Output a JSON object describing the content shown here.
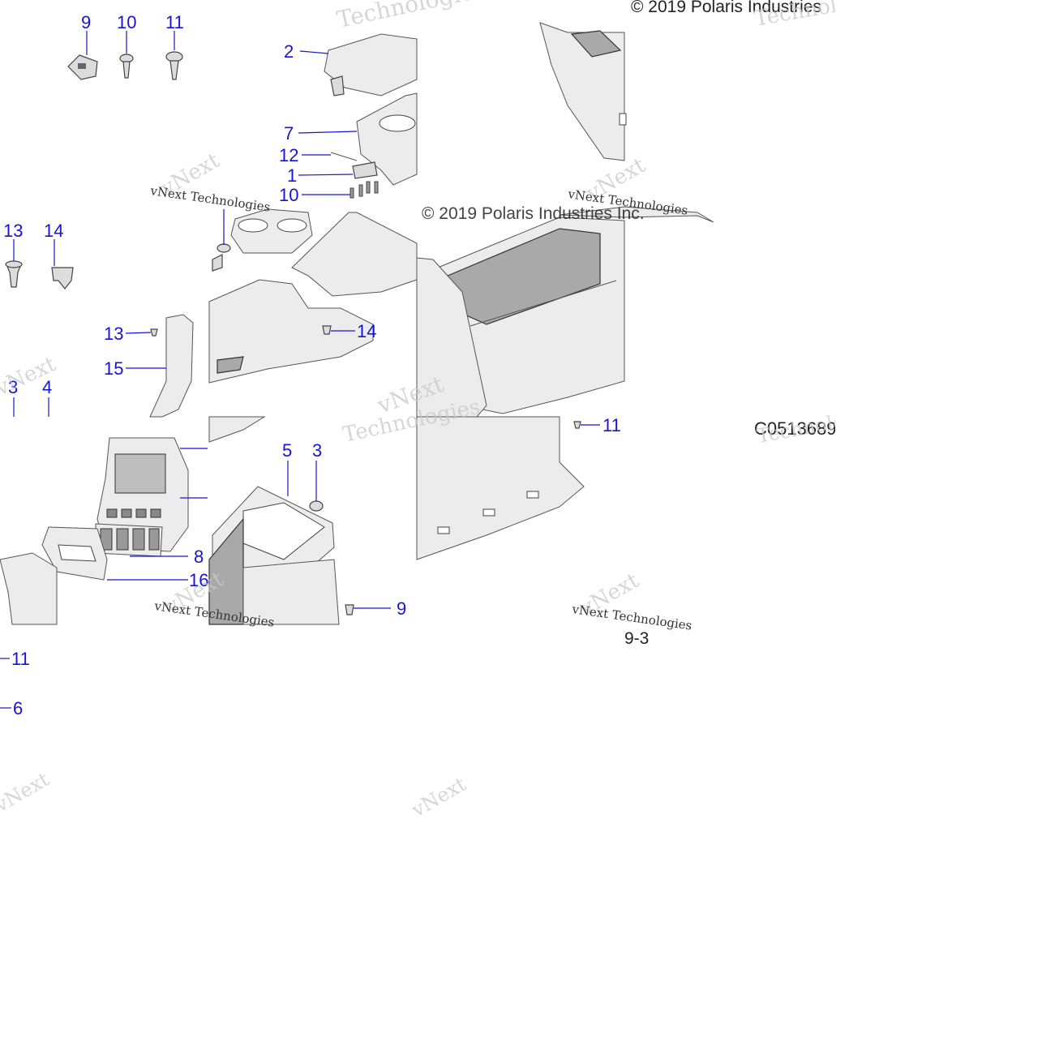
{
  "copyright_top": "© 2019 Polaris Industries",
  "copyright_mid": "© 2019 Polaris Industries Inc.",
  "part_code": "C0513689",
  "fragment_text": "9-3",
  "watermarks": {
    "brand_a": "vNext",
    "brand_b": "Technologies",
    "caption": "vNext Technologies"
  },
  "callouts": {
    "c9_top": "9",
    "c10_top": "10",
    "c11_top": "11",
    "c2": "2",
    "c7": "7",
    "c12": "12",
    "c1": "1",
    "c10_mid": "10",
    "c13_top": "13",
    "c14_top": "14",
    "c13_mid": "13",
    "c15": "15",
    "c3_left": "3",
    "c4": "4",
    "c14_mid": "14",
    "c5": "5",
    "c3_mid": "3",
    "c8": "8",
    "c16": "16",
    "c9_mid": "9",
    "c11_right": "11",
    "c11_bottom": "11",
    "c6": "6"
  },
  "colors": {
    "callout": "#1515d6",
    "part_fill": "#dcdcdc",
    "outline": "#444444"
  }
}
